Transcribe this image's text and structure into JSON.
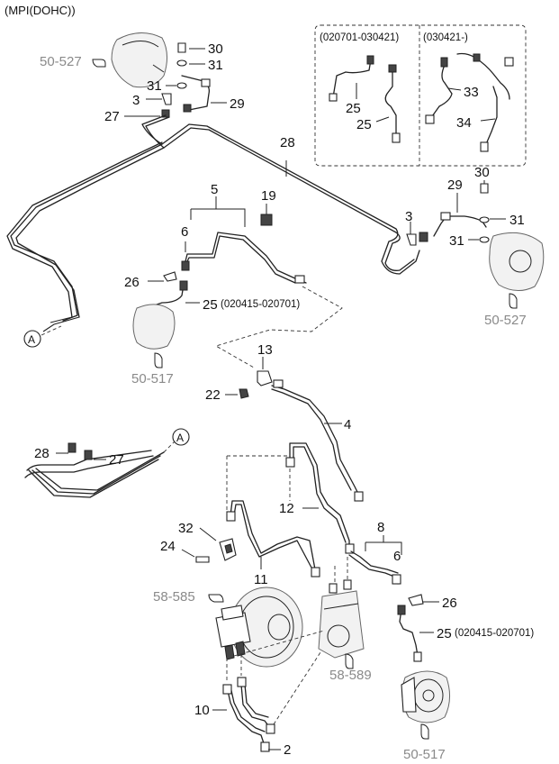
{
  "header": {
    "title": "(MPI(DOHC))"
  },
  "inset_boxes": [
    {
      "range": "(020701-030421)"
    },
    {
      "range": "(030421-)"
    }
  ],
  "labels": {
    "l30a": "30",
    "l31a": "31",
    "l31b": "31",
    "l3a": "3",
    "l29a": "29",
    "l27a": "27",
    "l28": "28",
    "l5": "5",
    "l19": "19",
    "l6a": "6",
    "l26a": "26",
    "l25a": "25",
    "l13": "13",
    "l22": "22",
    "l4": "4",
    "l28b": "28",
    "l27b": "27",
    "l12": "12",
    "l8": "8",
    "l6b": "6",
    "l32": "32",
    "l24": "24",
    "l11": "11",
    "l26b": "26",
    "l25b": "25",
    "l10": "10",
    "l2": "2",
    "l25i1": "25",
    "l25i2": "25",
    "l33": "33",
    "l34": "34",
    "l30b": "30",
    "l29b": "29",
    "l3b": "3",
    "l31c": "31",
    "l31d": "31"
  },
  "notes": {
    "n25a": "(020415-020701)",
    "n25b": "(020415-020701)"
  },
  "refs": {
    "r_50527a": "50-527",
    "r_50527b": "50-527",
    "r_50517a": "50-517",
    "r_50517b": "50-517",
    "r_58585": "58-585",
    "r_58589": "58-589"
  },
  "connectors": {
    "a1": "A",
    "a2": "A"
  }
}
